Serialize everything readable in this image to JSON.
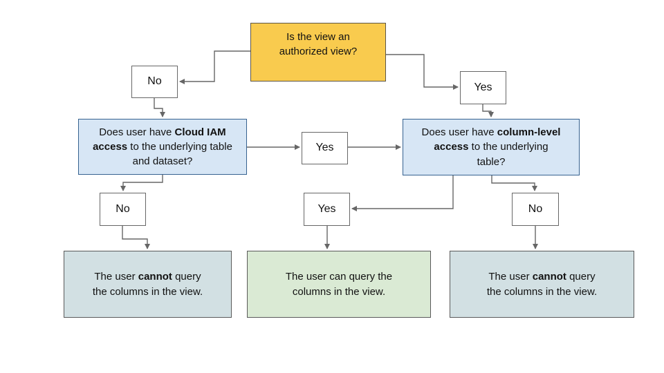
{
  "title": "Authorized view access decision flowchart",
  "colors": {
    "canvas_bg": "#FFFFFF",
    "yellow_fill": "#F9CB4E",
    "yellow_border": "#5C5547",
    "blue_fill": "#D7E6F5",
    "blue_border": "#35618F",
    "cyan_fill": "#D2E0E3",
    "green_fill": "#DAEAD4",
    "neutral_border": "#595959",
    "small_border": "#666666",
    "white_fill": "#FFFFFF",
    "line_color": "#666666",
    "text_color": "#111111"
  },
  "nodes": {
    "root": {
      "label": "Is the view an authorized view?"
    },
    "no1": {
      "label": "No"
    },
    "yes1": {
      "label": "Yes"
    },
    "q_iam": {
      "pre": "Does user have ",
      "bold": "Cloud IAM access",
      "post": " to the underlying table and dataset?"
    },
    "yes_mid": {
      "label": "Yes"
    },
    "q_col": {
      "pre": "Does user have ",
      "bold": "column-level access",
      "post": " to the underlying table?"
    },
    "no2": {
      "label": "No"
    },
    "yes2": {
      "label": "Yes"
    },
    "no3": {
      "label": "No"
    },
    "result_left": {
      "pre": "The user ",
      "bold": "cannot",
      "post": " query the columns in the view."
    },
    "result_mid": {
      "label": "The user can query the columns in the view."
    },
    "result_right": {
      "pre": "The user ",
      "bold": "cannot",
      "post": " query the columns in the view."
    }
  }
}
